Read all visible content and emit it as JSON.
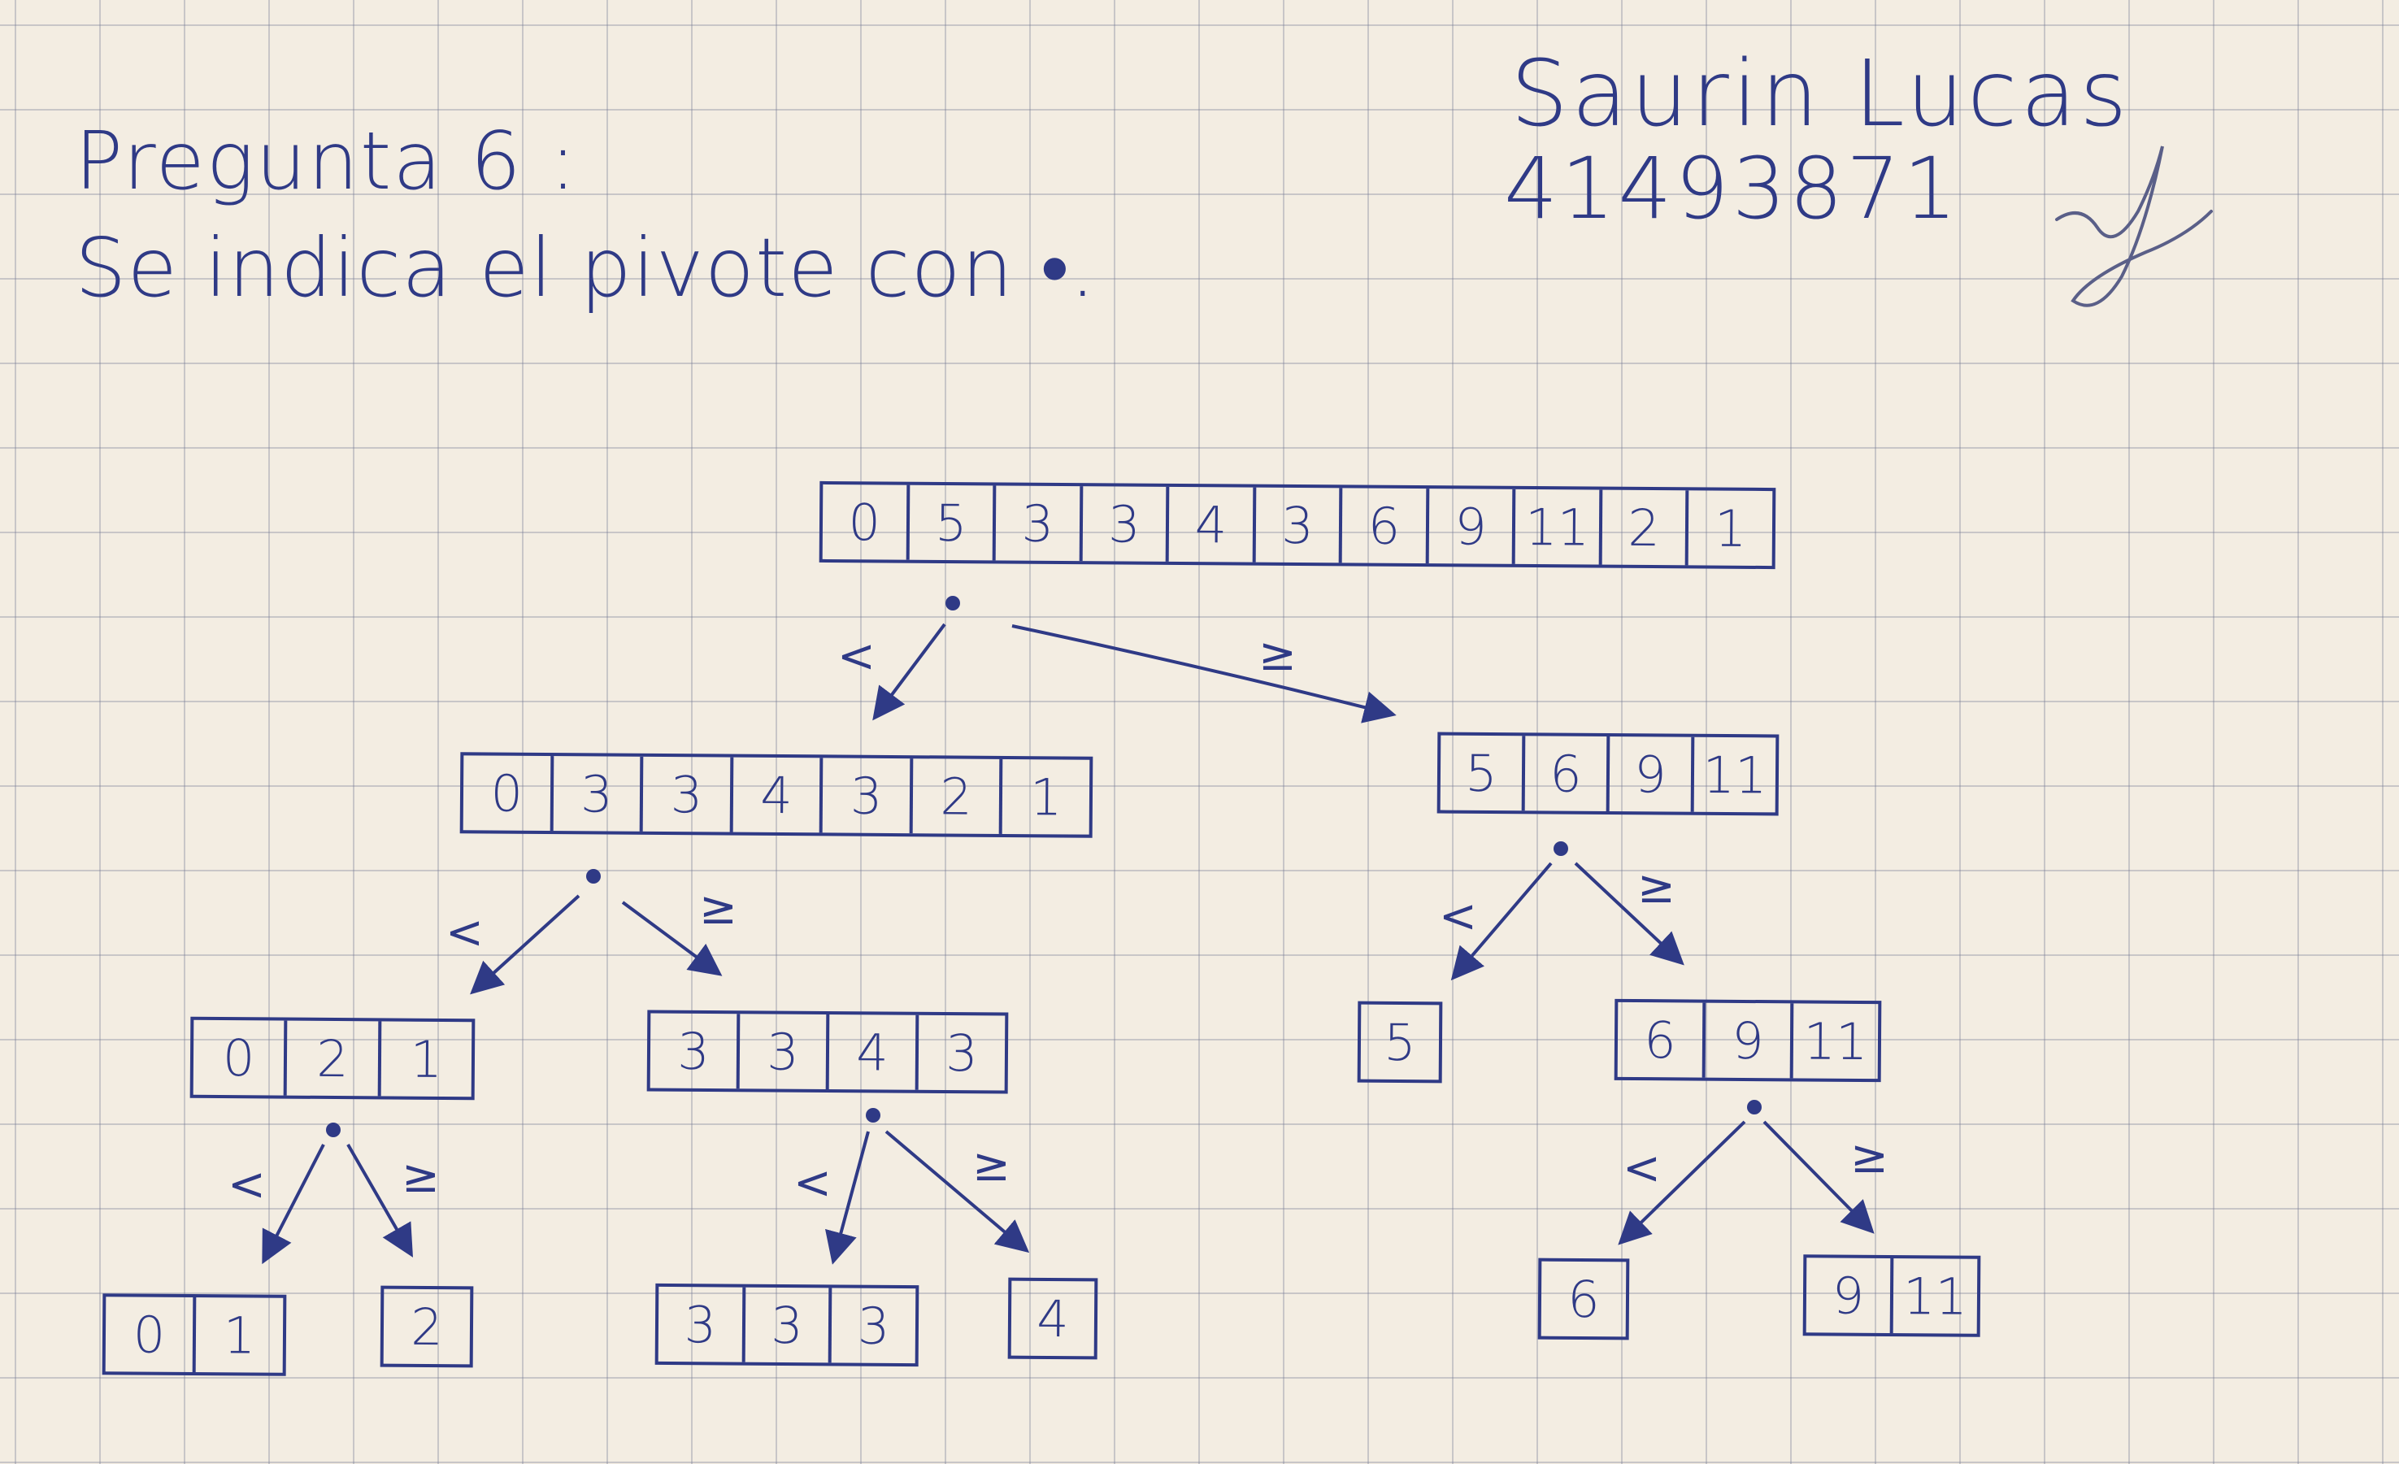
{
  "header": {
    "title": "Pregunta 6 :",
    "subtitle": "Se indica el pivote con •."
  },
  "student": {
    "name": "Saurin Lucas",
    "id": "41493871"
  },
  "relations": {
    "less": "<",
    "greater_equal": "≥"
  },
  "arrays": [
    {
      "id": "root",
      "values": [
        "0",
        "5",
        "3",
        "3",
        "4",
        "3",
        "6",
        "9",
        "11",
        "2",
        "1"
      ]
    },
    {
      "id": "l1-left",
      "values": [
        "0",
        "3",
        "3",
        "4",
        "3",
        "2",
        "1"
      ]
    },
    {
      "id": "l1-right",
      "values": [
        "5",
        "6",
        "9",
        "11"
      ]
    },
    {
      "id": "l2-a",
      "values": [
        "0",
        "2",
        "1"
      ]
    },
    {
      "id": "l2-b",
      "values": [
        "3",
        "3",
        "4",
        "3"
      ]
    },
    {
      "id": "l2-c",
      "values": [
        "5"
      ]
    },
    {
      "id": "l2-d",
      "values": [
        "6",
        "9",
        "11"
      ]
    },
    {
      "id": "l3-a",
      "values": [
        "0",
        "1"
      ]
    },
    {
      "id": "l3-b",
      "values": [
        "2"
      ]
    },
    {
      "id": "l3-c",
      "values": [
        "3",
        "3",
        "3"
      ]
    },
    {
      "id": "l3-d",
      "values": [
        "4"
      ]
    },
    {
      "id": "l3-e",
      "values": [
        "6"
      ]
    },
    {
      "id": "l3-f",
      "values": [
        "9",
        "11"
      ]
    }
  ]
}
